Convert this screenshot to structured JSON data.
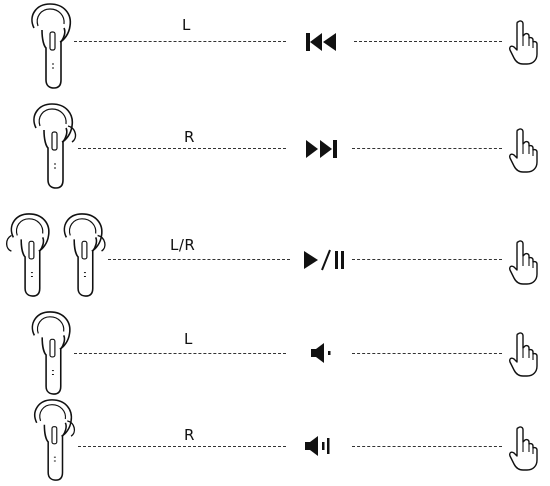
{
  "rows": [
    {
      "side": "L",
      "action": "previous-track",
      "icon": "previous-track-icon"
    },
    {
      "side": "R",
      "action": "next-track",
      "icon": "next-track-icon"
    },
    {
      "side": "L/R",
      "action": "play-pause",
      "icon": "play-pause-icon"
    },
    {
      "side": "L",
      "action": "volume-down",
      "icon": "volume-down-icon"
    },
    {
      "side": "R",
      "action": "volume-up",
      "icon": "volume-up-icon"
    }
  ],
  "icons": {
    "earbud": "earbud-icon",
    "tap": "tap-hand-icon"
  },
  "colors": {
    "ink": "#111111",
    "background": "#ffffff"
  }
}
